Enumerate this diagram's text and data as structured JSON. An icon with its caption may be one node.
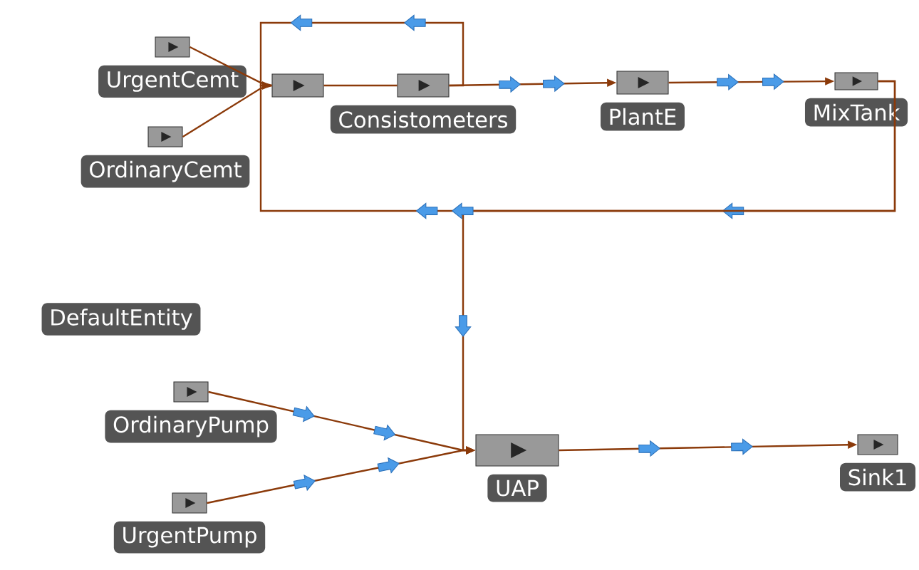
{
  "diagram": {
    "nodes": [
      {
        "text": [
          "UrgentCemt"
        ]
      },
      {
        "text": [
          "OrdinaryCemt"
        ]
      },
      {
        "text": [],
        "shape": "box"
      },
      {
        "text": [
          "Consistometers"
        ]
      },
      {
        "text": [
          "PlantE"
        ]
      },
      {
        "text": [
          "MixTank"
        ]
      },
      {
        "text": [
          "DefaultEntity"
        ]
      },
      {
        "text": [
          "OrdinaryPump"
        ]
      },
      {
        "text": [
          "UrgentPump"
        ]
      },
      {
        "text": [
          "UAP"
        ]
      },
      {
        "text": [
          "Sink1"
        ]
      }
    ],
    "edges": [
      {
        "from": 0,
        "to": 2,
        "arrow": "none"
      },
      {
        "from": 1,
        "to": 2,
        "arrow": "none"
      },
      {
        "from": 2,
        "to": 3,
        "arrow": "none"
      },
      {
        "from": 3,
        "to": 4,
        "arrow": "to"
      },
      {
        "from": 4,
        "to": 5,
        "arrow": "to"
      },
      {
        "from": 3,
        "to": 2,
        "arrow": "to"
      },
      {
        "from": 5,
        "to": 2,
        "arrow": "to"
      },
      {
        "from": 5,
        "to": 9,
        "arrow": "to"
      },
      {
        "from": 7,
        "to": 9,
        "arrow": "to"
      },
      {
        "from": 8,
        "to": 9,
        "arrow": "to"
      },
      {
        "from": 9,
        "to": 10,
        "arrow": "to"
      }
    ]
  }
}
